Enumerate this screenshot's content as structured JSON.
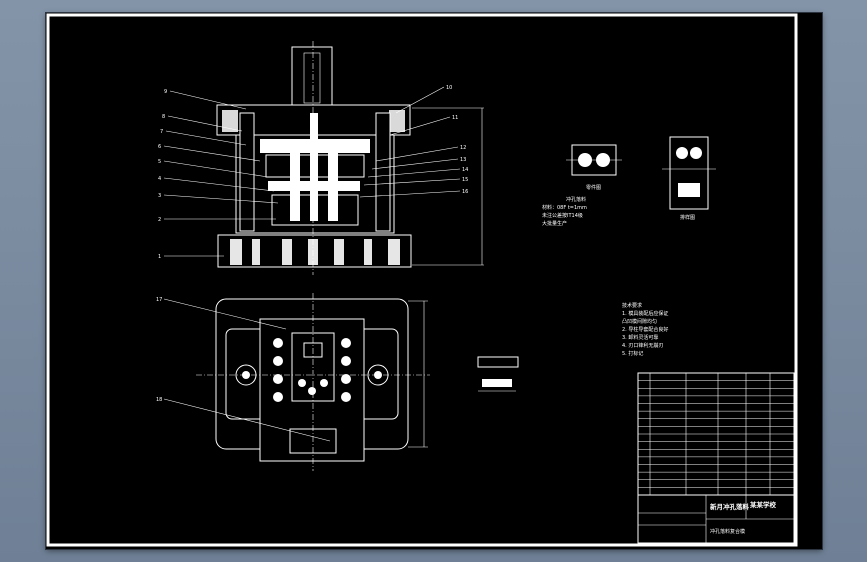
{
  "drawing": {
    "title_block_title": "新月冲孔落料",
    "title_block_school": "某某学校",
    "title_block_subtitle": "冲孔落料复合模",
    "part_label": "零件图",
    "strip_label": "排样图",
    "layout_caption": "冲孔落料",
    "callouts_left": [
      "9",
      "8",
      "7",
      "6",
      "5",
      "4",
      "3",
      "2",
      "1"
    ],
    "callouts_right": [
      "10",
      "11",
      "12",
      "13",
      "14",
      "15",
      "16"
    ],
    "callouts_plan": [
      "17",
      "18"
    ],
    "part_notes": [
      "材料：08F  t=1mm",
      "未注公差按IT14级",
      "大批量生产"
    ],
    "tech_notes": [
      "技术要求",
      "1. 模具装配后应保证",
      "   凸凹模间隙均匀",
      "2. 导柱导套配合良好",
      "3. 卸料灵活可靠",
      "4. 刃口锋利无崩刃",
      "5. 打标记"
    ],
    "parts_list_rows": 16
  },
  "colors": {
    "background": "#000000",
    "lines": "#ffffff",
    "window_bg": "#7b8ba0"
  }
}
